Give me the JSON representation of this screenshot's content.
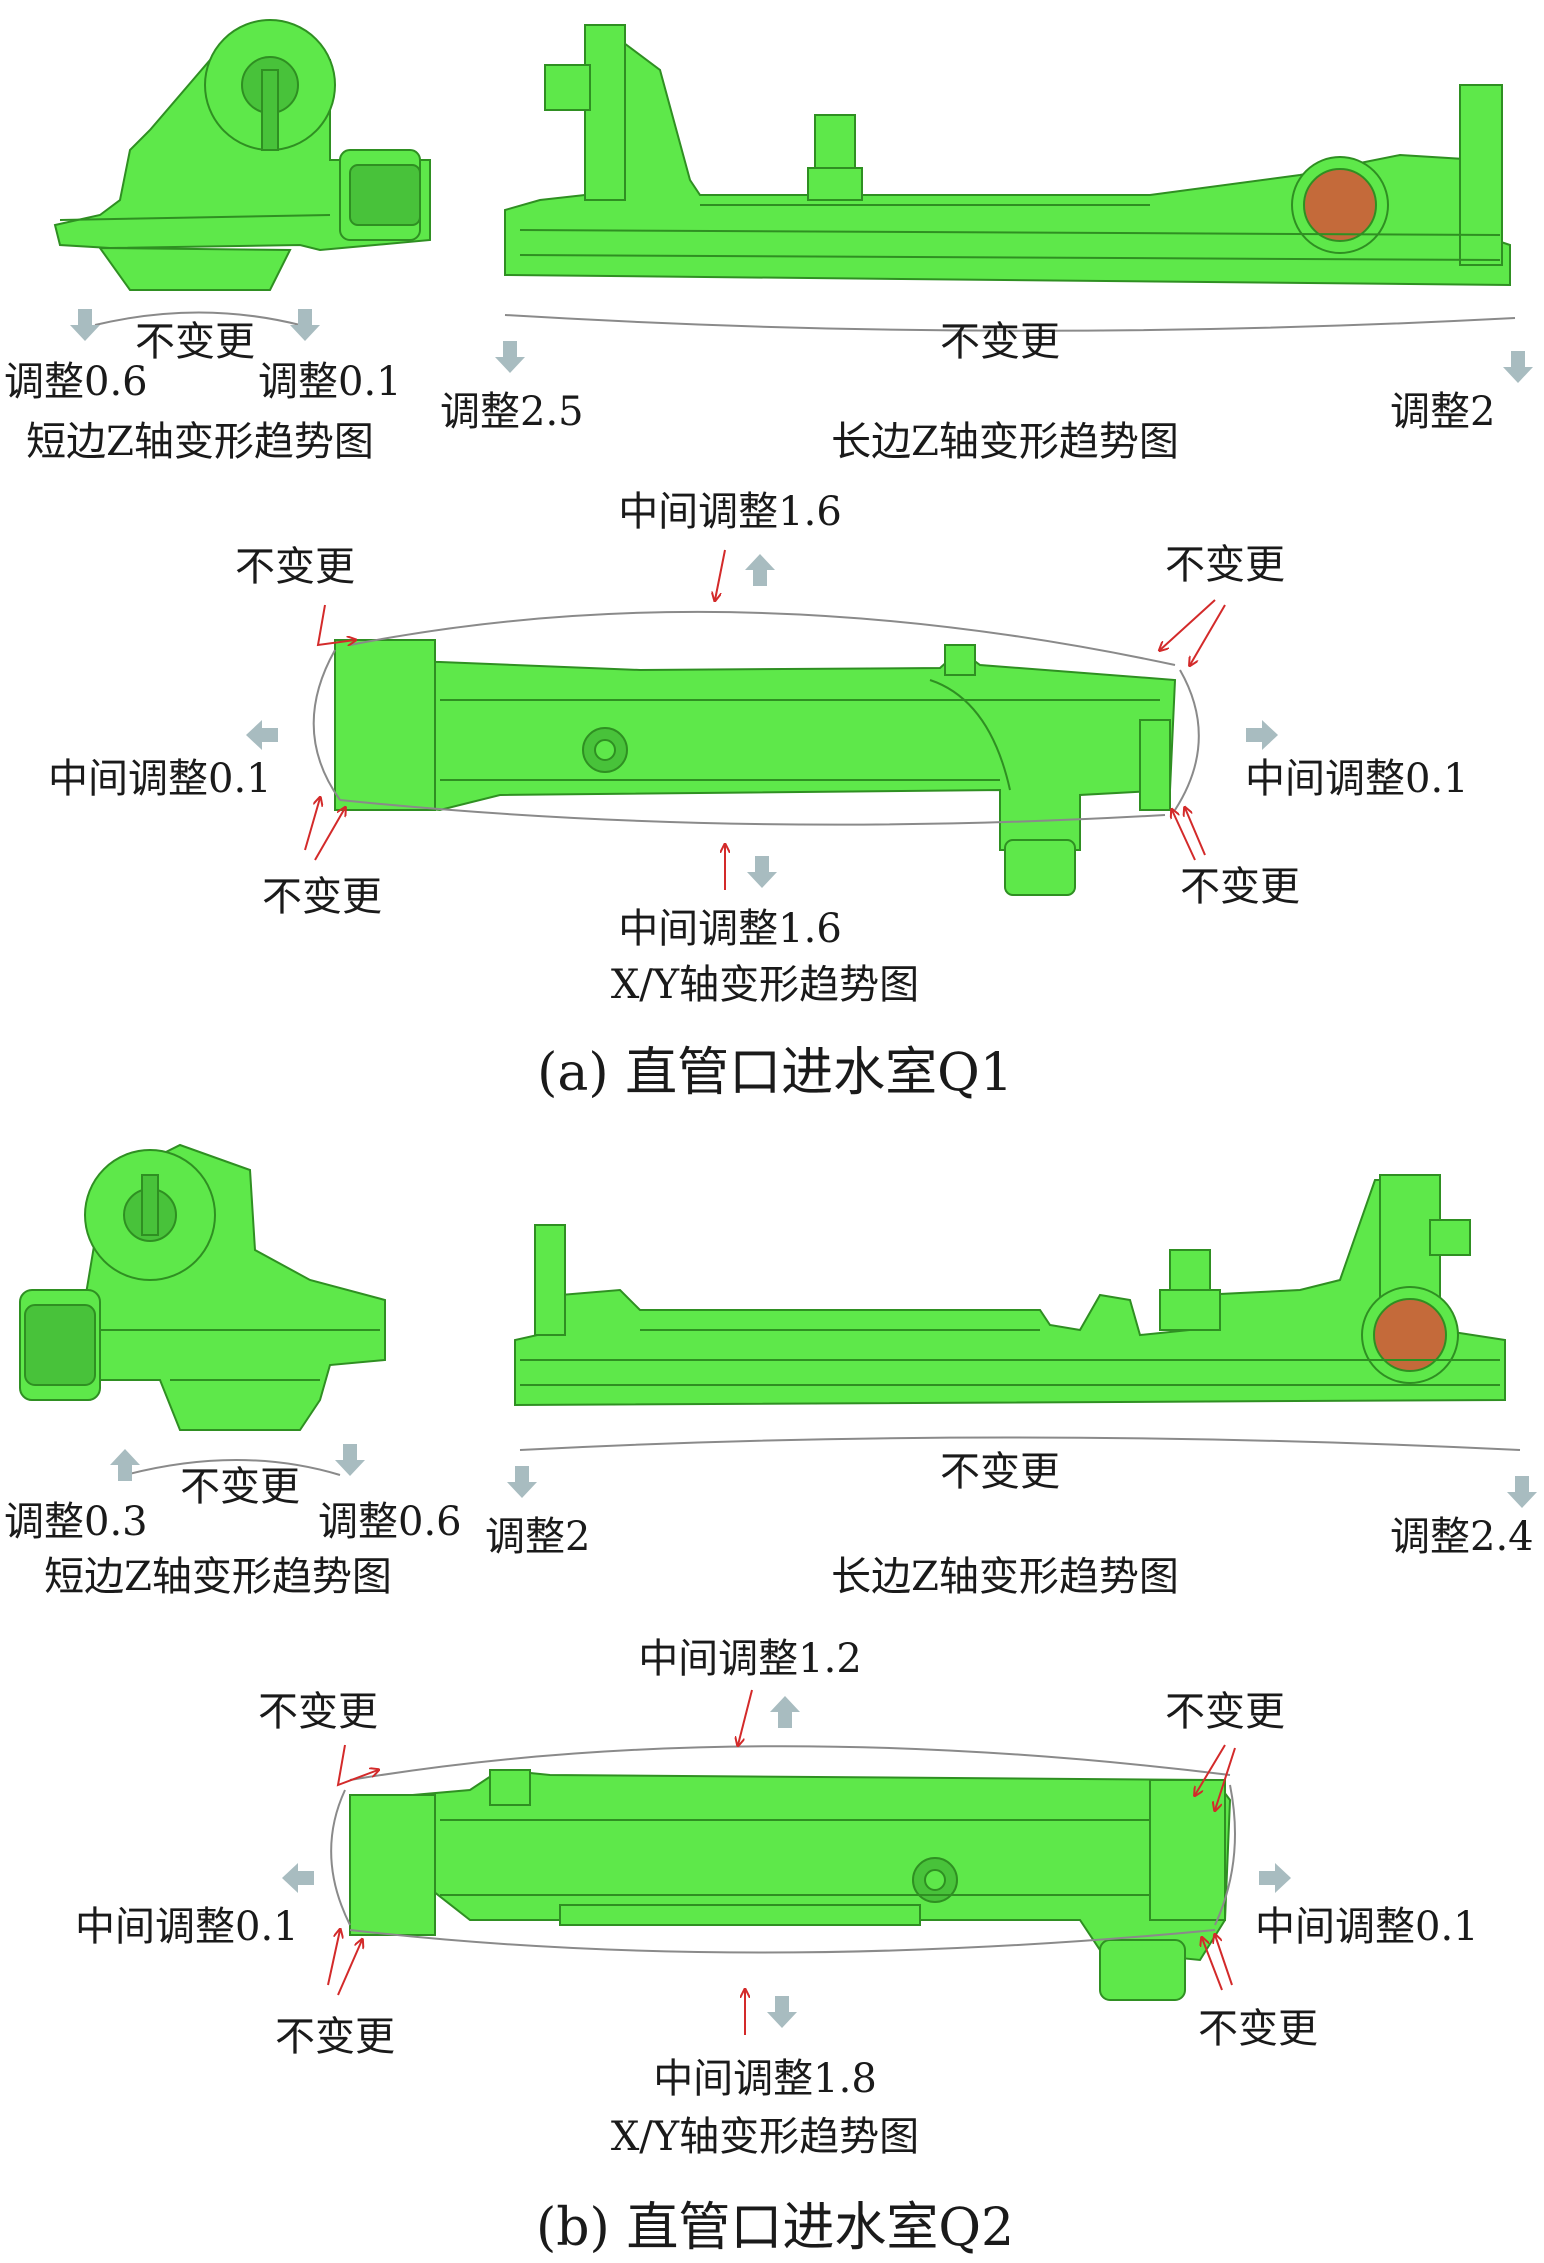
{
  "colors": {
    "part_fill": "#5ee84a",
    "part_edge": "#2f8f22",
    "part_shade": "#48c23a",
    "bore_fill": "#c46a3a",
    "guide_line": "#8a8a8a",
    "gray_arrow": "#a8bcc0",
    "red_arrow": "#d32a2a",
    "text": "#1a1a1a"
  },
  "panel_a": {
    "short_z": {
      "center": "不变更",
      "left": "调整0.6",
      "right": "调整0.1",
      "title": "短边Z轴变形趋势图"
    },
    "long_z": {
      "center": "不变更",
      "left": "调整2.5",
      "right": "调整2",
      "title": "长边Z轴变形趋势图"
    },
    "xy": {
      "top": "中间调整1.6",
      "bottom": "中间调整1.6",
      "left": "中间调整0.1",
      "right": "中间调整0.1",
      "corner_tl": "不变更",
      "corner_tr": "不变更",
      "corner_bl": "不变更",
      "corner_br": "不变更",
      "title": "X/Y轴变形趋势图"
    },
    "caption": "(a) 直管口进水室Q1"
  },
  "panel_b": {
    "short_z": {
      "center": "不变更",
      "left": "调整0.3",
      "right": "调整0.6",
      "title": "短边Z轴变形趋势图"
    },
    "long_z": {
      "center": "不变更",
      "left": "调整2",
      "right": "调整2.4",
      "title": "长边Z轴变形趋势图"
    },
    "xy": {
      "top": "中间调整1.2",
      "bottom": "中间调整1.8",
      "left": "中间调整0.1",
      "right": "中间调整0.1",
      "corner_tl": "不变更",
      "corner_tr": "不变更",
      "corner_bl": "不变更",
      "corner_br": "不变更",
      "title": "X/Y轴变形趋势图"
    },
    "caption": "(b) 直管口进水室Q2"
  }
}
